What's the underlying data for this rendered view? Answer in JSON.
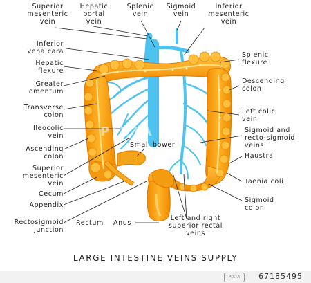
{
  "labels": {
    "superior_mesenteric_top": "Superior\nmesenteric\nvein",
    "hepatic_portal": "Hepatic\nportal\nvein",
    "splenic_vein": "Splenic\nvein",
    "sigmoid_vein": "Sigmoid\nvein",
    "inferior_mesenteric": "Inferior\nmesenteric\nvein",
    "inferior_vena_cava": "Inferior\nvena cara",
    "hepatic_flexure": "Hepatic\nflexure",
    "greater_omentum": "Greater\nomentum",
    "transverse_colon": "Transverse\ncolon",
    "ileocolic_vein": "Ileocolic\nvein",
    "ascending_colon": "Ascending\ncolon",
    "superior_mesenteric_bottom": "Superior\nmesenteric\nvein",
    "cecum": "Cecum",
    "appendix": "Appendix",
    "rectosigmoid": "Rectosigmoid\njunction",
    "rectum": "Rectum",
    "anus": "Anus",
    "small_bowel": "Small bower",
    "splenic_flexure": "Splenic\nflexure",
    "descending_colon": "Descending\ncolon",
    "left_colic_vein": "Left colic\nvein",
    "sigmoid_recto_sigmoid": "Sigmoid and\nrecto-sigmoid\nveins",
    "haustra": "Haustra",
    "taenia_coli": "Taenia coli",
    "sigmoid_colon": "Sigmoid\ncolon",
    "superior_rectal": "Left and right\nsuperior rectal\nveins"
  },
  "title": "LARGE INTESTINE VEINS SUPPLY",
  "watermark": "PIXTA",
  "image_id": "67185495",
  "colors": {
    "colon": "#f5a010",
    "colon_dark": "#e07a00",
    "colon_light": "#ffd36a",
    "vein": "#4fc3f0",
    "vein_dark": "#2aa7e0",
    "leader": "#222222"
  }
}
